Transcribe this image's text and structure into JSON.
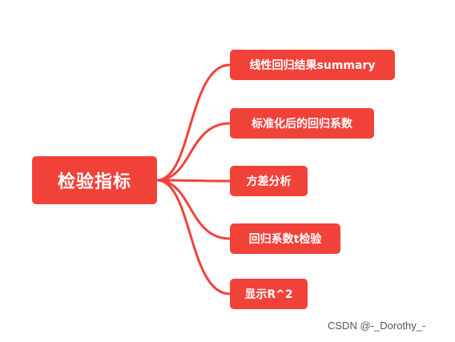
{
  "mindmap": {
    "root": {
      "label": "检验指标"
    },
    "children": [
      {
        "label": "线性回归结果summary"
      },
      {
        "label": "标准化后的回归系数"
      },
      {
        "label": "方差分析"
      },
      {
        "label": "回归系数t检验"
      },
      {
        "label": "显示R^2"
      }
    ]
  },
  "watermark": "CSDN @-_Dorothy_-",
  "colors": {
    "node_fill": "#f1423a",
    "connector": "#f1423a",
    "node_text": "#ffffff"
  }
}
